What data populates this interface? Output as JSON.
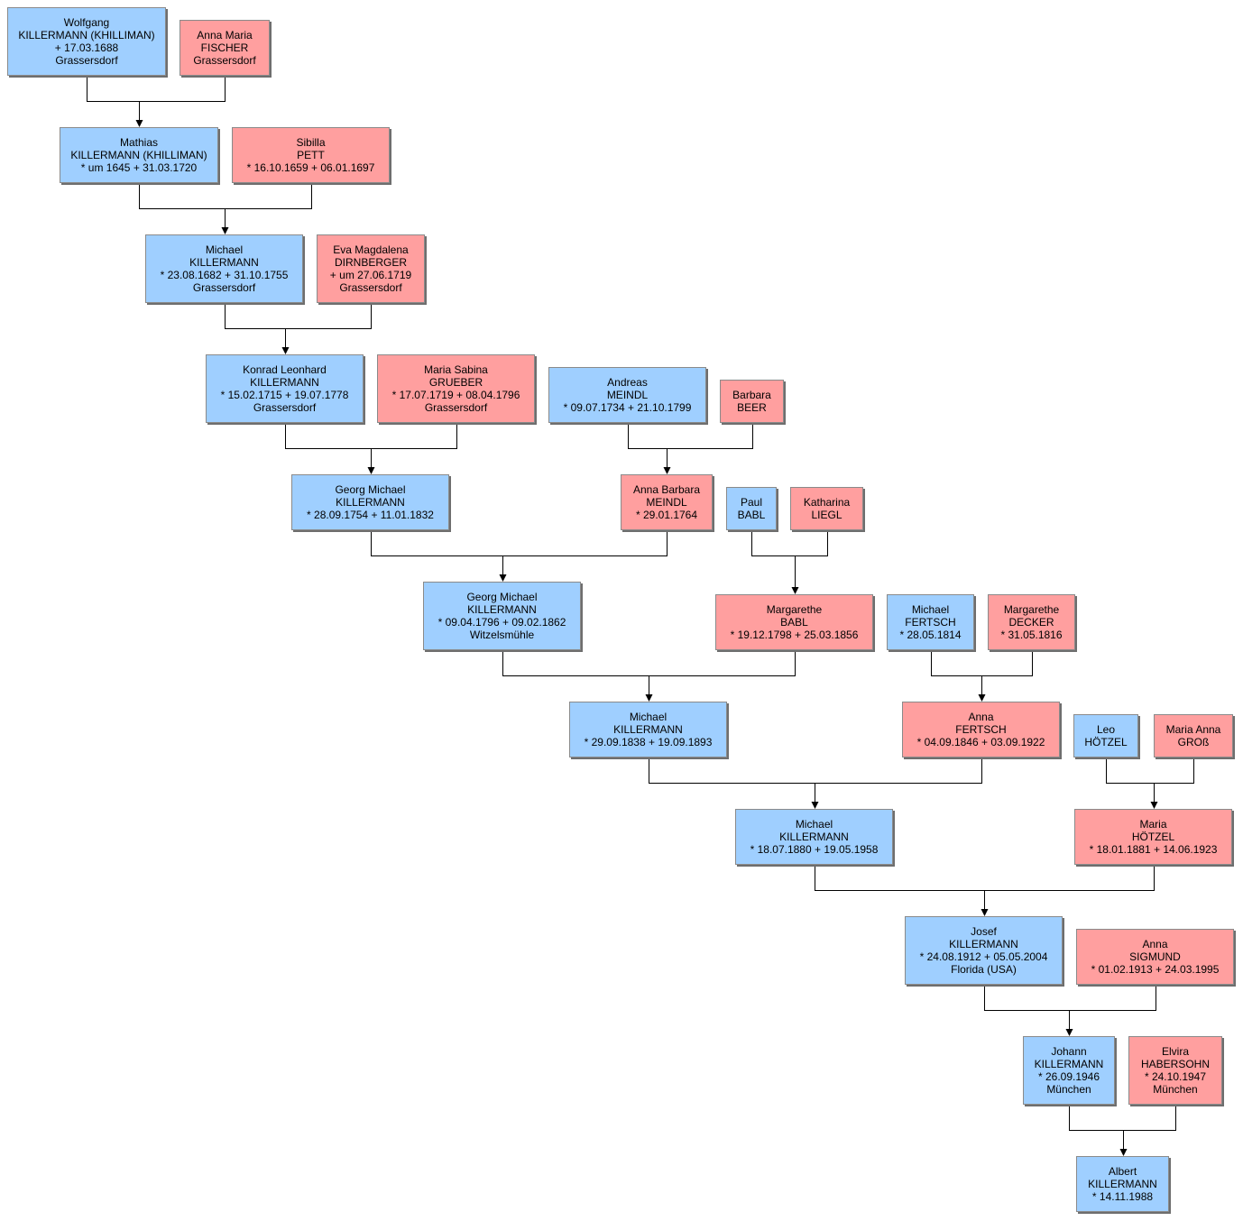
{
  "persons": [
    {
      "id": "wolfgang",
      "sex": "m",
      "lines": [
        "Wolfgang",
        "KILLERMANN (KHILLIMAN)",
        "+ 17.03.1688",
        "Grassersdorf"
      ]
    },
    {
      "id": "annamaria-fischer",
      "sex": "f",
      "lines": [
        "Anna Maria",
        "FISCHER",
        "Grassersdorf"
      ]
    },
    {
      "id": "mathias",
      "sex": "m",
      "lines": [
        "Mathias",
        "KILLERMANN (KHILLIMAN)",
        "* um 1645  + 31.03.1720"
      ]
    },
    {
      "id": "sibilla",
      "sex": "f",
      "lines": [
        "Sibilla",
        "PETT",
        "* 16.10.1659  + 06.01.1697"
      ]
    },
    {
      "id": "michael-1682",
      "sex": "m",
      "lines": [
        "Michael",
        "KILLERMANN",
        "* 23.08.1682  + 31.10.1755",
        "Grassersdorf"
      ]
    },
    {
      "id": "eva-magdalena",
      "sex": "f",
      "lines": [
        "Eva Magdalena",
        "DIRNBERGER",
        "+ um 27.06.1719",
        "Grassersdorf"
      ]
    },
    {
      "id": "konrad-leonhard",
      "sex": "m",
      "lines": [
        "Konrad Leonhard",
        "KILLERMANN",
        "* 15.02.1715  + 19.07.1778",
        "Grassersdorf"
      ]
    },
    {
      "id": "maria-sabina",
      "sex": "f",
      "lines": [
        "Maria Sabina",
        "GRUEBER",
        "* 17.07.1719  + 08.04.1796",
        "Grassersdorf"
      ]
    },
    {
      "id": "andreas",
      "sex": "m",
      "lines": [
        "Andreas",
        "MEINDL",
        "* 09.07.1734  + 21.10.1799"
      ]
    },
    {
      "id": "barbara-beer",
      "sex": "f",
      "lines": [
        "Barbara",
        "BEER"
      ]
    },
    {
      "id": "georg-michael-1754",
      "sex": "m",
      "lines": [
        "Georg Michael",
        "KILLERMANN",
        "* 28.09.1754  + 11.01.1832"
      ]
    },
    {
      "id": "anna-barbara",
      "sex": "f",
      "lines": [
        "Anna Barbara",
        "MEINDL",
        "* 29.01.1764"
      ]
    },
    {
      "id": "paul-babl",
      "sex": "m",
      "lines": [
        "Paul",
        "BABL"
      ]
    },
    {
      "id": "katharina",
      "sex": "f",
      "lines": [
        "Katharina",
        "LIEGL"
      ]
    },
    {
      "id": "georg-michael-1796",
      "sex": "m",
      "lines": [
        "Georg Michael",
        "KILLERMANN",
        "* 09.04.1796  + 09.02.1862",
        "Witzelsmühle"
      ]
    },
    {
      "id": "margarethe-babl",
      "sex": "f",
      "lines": [
        "Margarethe",
        "BABL",
        "* 19.12.1798  + 25.03.1856"
      ]
    },
    {
      "id": "michael-fertsch",
      "sex": "m",
      "lines": [
        "Michael",
        "FERTSCH",
        "* 28.05.1814"
      ]
    },
    {
      "id": "margarethe-decker",
      "sex": "f",
      "lines": [
        "Margarethe",
        "DECKER",
        "* 31.05.1816"
      ]
    },
    {
      "id": "michael-1838",
      "sex": "m",
      "lines": [
        "Michael",
        "KILLERMANN",
        "* 29.09.1838  + 19.09.1893"
      ]
    },
    {
      "id": "anna-fertsch",
      "sex": "f",
      "lines": [
        "Anna",
        "FERTSCH",
        "* 04.09.1846  + 03.09.1922"
      ]
    },
    {
      "id": "leo",
      "sex": "m",
      "lines": [
        "Leo",
        "HÖTZEL"
      ]
    },
    {
      "id": "maria-anna-gross",
      "sex": "f",
      "lines": [
        "Maria Anna",
        "GROß"
      ]
    },
    {
      "id": "michael-1880",
      "sex": "m",
      "lines": [
        "Michael",
        "KILLERMANN",
        "* 18.07.1880  + 19.05.1958"
      ]
    },
    {
      "id": "maria-hoetzel",
      "sex": "f",
      "lines": [
        "Maria",
        "HÖTZEL",
        "* 18.01.1881  + 14.06.1923"
      ]
    },
    {
      "id": "josef",
      "sex": "m",
      "lines": [
        "Josef",
        "KILLERMANN",
        "* 24.08.1912  + 05.05.2004",
        "Florida (USA)"
      ]
    },
    {
      "id": "anna-sigmund",
      "sex": "f",
      "lines": [
        "Anna",
        "SIGMUND",
        "* 01.02.1913  + 24.03.1995"
      ]
    },
    {
      "id": "johann",
      "sex": "m",
      "lines": [
        "Johann",
        "KILLERMANN",
        "* 26.09.1946",
        "München"
      ]
    },
    {
      "id": "elvira",
      "sex": "f",
      "lines": [
        "Elvira",
        "HABERSOHN",
        "* 24.10.1947",
        "München"
      ]
    },
    {
      "id": "albert",
      "sex": "m",
      "lines": [
        "Albert",
        "KILLERMANN",
        "* 14.11.1988"
      ]
    }
  ],
  "unions": [
    {
      "parents": [
        "wolfgang",
        "annamaria-fischer"
      ],
      "child": "mathias"
    },
    {
      "parents": [
        "mathias",
        "sibilla"
      ],
      "child": "michael-1682"
    },
    {
      "parents": [
        "michael-1682",
        "eva-magdalena"
      ],
      "child": "konrad-leonhard"
    },
    {
      "parents": [
        "konrad-leonhard",
        "maria-sabina"
      ],
      "child": "georg-michael-1754"
    },
    {
      "parents": [
        "andreas",
        "barbara-beer"
      ],
      "child": "anna-barbara"
    },
    {
      "parents": [
        "georg-michael-1754",
        "anna-barbara"
      ],
      "child": "georg-michael-1796"
    },
    {
      "parents": [
        "paul-babl",
        "katharina"
      ],
      "child": "margarethe-babl"
    },
    {
      "parents": [
        "georg-michael-1796",
        "margarethe-babl"
      ],
      "child": "michael-1838"
    },
    {
      "parents": [
        "michael-fertsch",
        "margarethe-decker"
      ],
      "child": "anna-fertsch"
    },
    {
      "parents": [
        "michael-1838",
        "anna-fertsch"
      ],
      "child": "michael-1880"
    },
    {
      "parents": [
        "leo",
        "maria-anna-gross"
      ],
      "child": "maria-hoetzel"
    },
    {
      "parents": [
        "michael-1880",
        "maria-hoetzel"
      ],
      "child": "josef"
    },
    {
      "parents": [
        "josef",
        "anna-sigmund"
      ],
      "child": "johann"
    },
    {
      "parents": [
        "johann",
        "elvira"
      ],
      "child": "albert"
    }
  ],
  "colors": {
    "male": "#9fcfff",
    "female": "#ff9f9f",
    "line": "#000000"
  }
}
